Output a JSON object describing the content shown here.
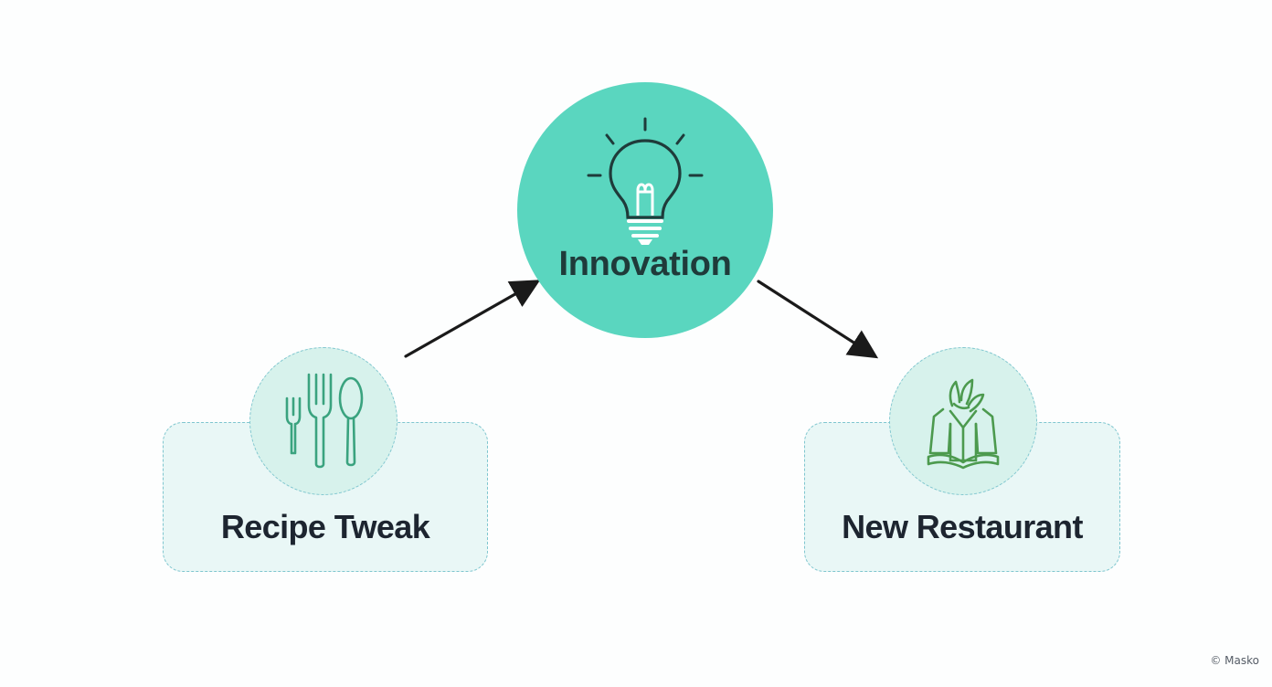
{
  "diagram": {
    "hub": {
      "label": "Innovation",
      "icon": "lightbulb-icon",
      "fill_color": "#5ad6bf"
    },
    "nodes": [
      {
        "label": "Recipe Tweak",
        "icon": "cutlery-icon"
      },
      {
        "label": "New Restaurant",
        "icon": "restaurant-growth-icon"
      }
    ],
    "arrows": [
      {
        "from": "Recipe Tweak",
        "to": "Innovation"
      },
      {
        "from": "Innovation",
        "to": "New Restaurant"
      }
    ],
    "colors": {
      "card_fill": "#e9f7f6",
      "card_border": "#7fc6cf",
      "icon_stroke": "#3aa37f",
      "arrow": "#1a1a1a"
    }
  },
  "watermark": "© Masko"
}
